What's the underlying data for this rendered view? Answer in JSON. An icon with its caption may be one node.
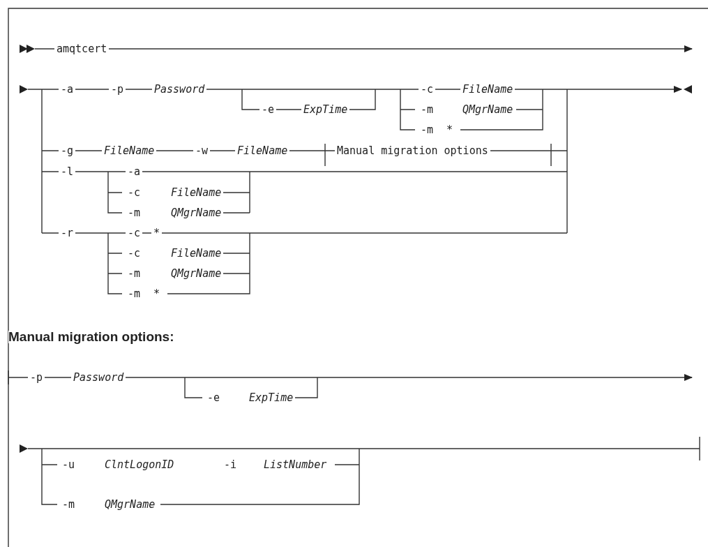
{
  "diagram": {
    "labels": [
      "amqtcert",
      "-a",
      "-p",
      "Password",
      "-c",
      "FileName",
      "-e",
      "ExpTime",
      "-m",
      "QMgrName",
      "-m",
      "*",
      "-g",
      "FileName",
      "-w",
      "FileName",
      "Manual migration options",
      "-l",
      "-a",
      "-c",
      "FileName",
      "-m",
      "QMgrName",
      "-r",
      "-c",
      "*",
      "-c",
      "FileName",
      "-m",
      "QMgrName",
      "-m",
      "*",
      "Manual migration options:",
      "-p",
      "Password",
      "-e",
      "ExpTime",
      "-u",
      "ClntLogonID",
      "-i",
      "ListNumber",
      "-m",
      "QMgrName"
    ]
  }
}
